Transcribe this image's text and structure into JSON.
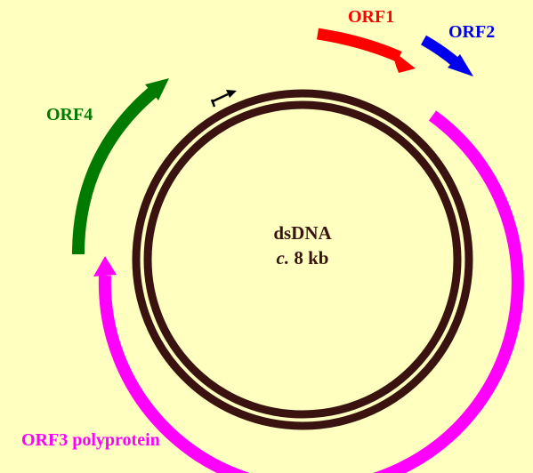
{
  "colors": {
    "background": "#FFFFC0",
    "dna": "#3A1210",
    "orf1": "#FF0000",
    "orf2": "#0000EE",
    "orf3": "#FF00FF",
    "orf4": "#007A00",
    "promoter": "#000000"
  },
  "genome": {
    "type_label": "dsDNA",
    "size_prefix": "c.",
    "size_value": "8 kb"
  },
  "orfs": [
    {
      "id": "orf1",
      "label": "ORF1"
    },
    {
      "id": "orf2",
      "label": "ORF2"
    },
    {
      "id": "orf3",
      "label": "ORF3 polyprotein"
    },
    {
      "id": "orf4",
      "label": "ORF4"
    }
  ]
}
